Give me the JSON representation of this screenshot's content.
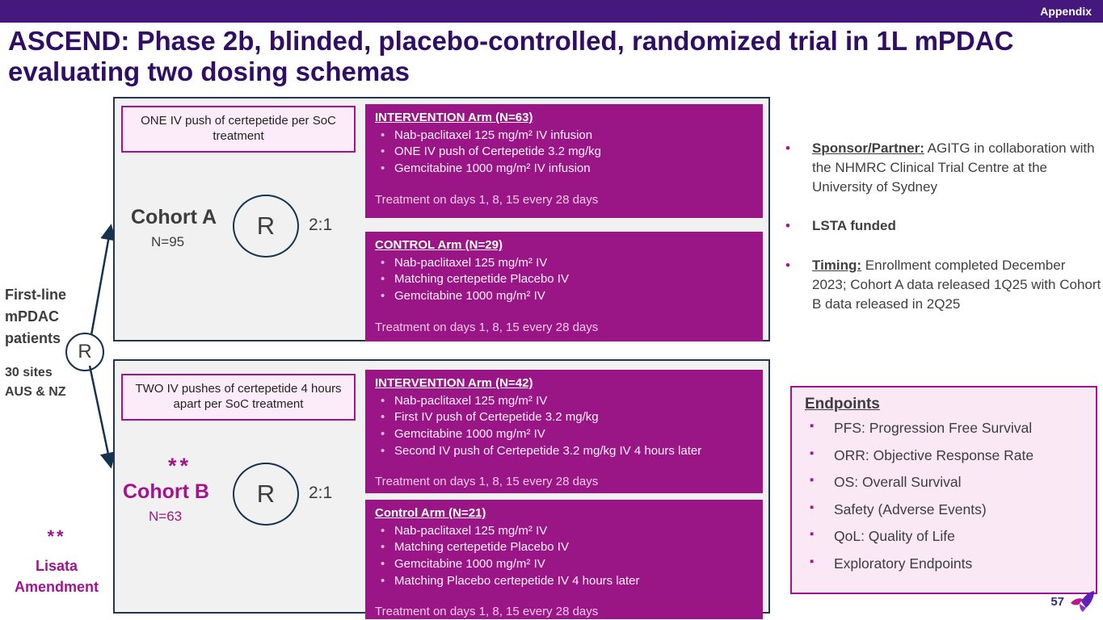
{
  "slide": {
    "tag": "Appendix",
    "title": "ASCEND: Phase 2b, blinded, placebo-controlled, randomized trial in 1L mPDAC\nevaluating two dosing schemas",
    "page_number": "57"
  },
  "left_panel": {
    "population": "First-line\nmPDAC\npatients",
    "sites": "30 sites\nAUS & NZ",
    "randomization_symbol": "R",
    "amendment_marker": "**",
    "amendment_label": "Lisata\nAmendment"
  },
  "cohort_a": {
    "schema_note": "ONE IV push of certepetide per SoC treatment",
    "name": "Cohort A",
    "n": "N=95",
    "randomization_symbol": "R",
    "ratio": "2:1",
    "intervention": {
      "heading": "INTERVENTION Arm (N=63)",
      "bullets": [
        "Nab-paclitaxel 125 mg/m² IV infusion",
        "ONE IV push of Certepetide 3.2 mg/kg",
        "Gemcitabine 1000 mg/m² IV infusion"
      ],
      "schedule": "Treatment on days 1, 8, 15 every 28 days"
    },
    "control": {
      "heading": "CONTROL Arm (N=29)",
      "bullets": [
        "Nab-paclitaxel 125 mg/m² IV",
        "Matching certepetide Placebo IV",
        "Gemcitabine 1000 mg/m² IV"
      ],
      "schedule": "Treatment on days 1, 8, 15 every 28 days"
    }
  },
  "cohort_b": {
    "schema_note": "TWO IV pushes of certepetide 4 hours apart per SoC treatment",
    "marker": "**",
    "name": "Cohort B",
    "n": "N=63",
    "randomization_symbol": "R",
    "ratio": "2:1",
    "intervention": {
      "heading": "INTERVENTION Arm (N=42)",
      "bullets": [
        "Nab-paclitaxel 125 mg/m² IV",
        "First IV push of Certepetide 3.2 mg/kg",
        "Gemcitabine 1000 mg/m² IV",
        "Second IV push of Certepetide 3.2 mg/kg IV 4 hours later"
      ],
      "schedule": "Treatment on days 1, 8, 15 every 28 days"
    },
    "control": {
      "heading": "Control Arm (N=21)",
      "bullets": [
        "Nab-paclitaxel 125 mg/m² IV",
        "Matching certepetide Placebo IV",
        "Gemcitabine 1000 mg/m² IV",
        "Matching Placebo certepetide IV 4 hours later"
      ],
      "schedule": "Treatment on days 1, 8, 15 every 28 days"
    }
  },
  "info_bullets": [
    {
      "label": "Sponsor/Partner:",
      "underline": true,
      "text": "  AGITG in collaboration with the NHMRC Clinical Trial Centre at the University of Sydney"
    },
    {
      "label": "LSTA funded",
      "underline": false,
      "text": ""
    },
    {
      "label": "Timing:",
      "underline": true,
      "text": "  Enrollment completed December 2023; Cohort A data released 1Q25 with Cohort B data released in 2Q25"
    }
  ],
  "endpoints": {
    "heading": "Endpoints",
    "items": [
      "PFS: Progression Free Survival",
      "ORR: Objective Response Rate",
      "OS: Overall Survival",
      "Safety (Adverse Events)",
      "QoL: Quality of Life",
      "Exploratory Endpoints"
    ]
  },
  "colors": {
    "top_bar": "#45187e",
    "title": "#2f0e63",
    "arm_box": "#9a1586",
    "pink_note_bg": "#fcebf8",
    "magenta_accent": "#a3138e",
    "container_bg": "#f1f1f1",
    "navy_line": "#16324f",
    "page_number": "#2d2e82"
  }
}
